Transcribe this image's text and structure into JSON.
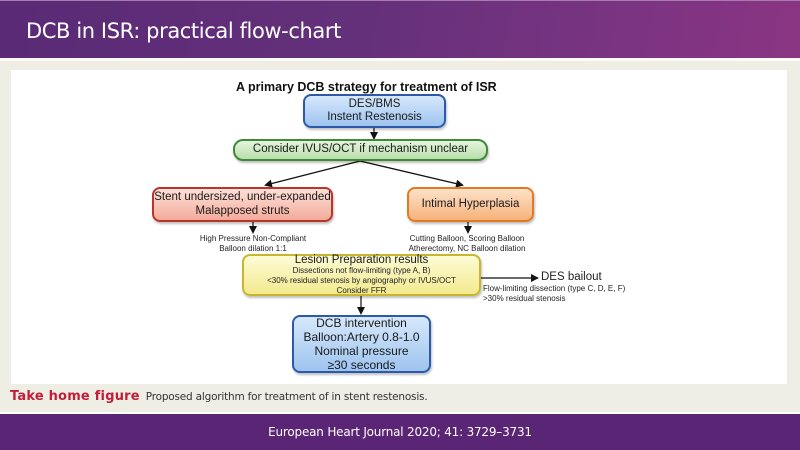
{
  "slide": {
    "title": "DCB in ISR: practical flow-chart",
    "footer_citation": "European Heart Journal 2020; 41: 3729–3731"
  },
  "figure": {
    "title": "A primary DCB strategy for treatment of ISR",
    "nodes": {
      "start": {
        "line1": "DES/BMS",
        "line2": "Instent Restenosis",
        "color": "#9ec4ef"
      },
      "imaging": {
        "label": "Consider IVUS/OCT if mechanism unclear",
        "color": "#b9dfaa"
      },
      "undersized": {
        "line1": "Stent undersized, under-expanded",
        "line2": "Malapposed struts",
        "color": "#f4ab9b"
      },
      "hyperplasia": {
        "label": "Intimal Hyperplasia",
        "color": "#f7b27a"
      },
      "lesion_prep": {
        "title": "Lesion Preparation results",
        "line1": "Dissections not flow-limiting (type A, B)",
        "line2": "<30% residual stenosis by angiography or IVUS/OCT",
        "line3": "Consider FFR",
        "color": "#f3ea8e"
      },
      "dcb": {
        "line1": "DCB intervention",
        "line2": "Balloon:Artery 0.8-1.0",
        "line3": "Nominal pressure",
        "line4": "≥30 seconds",
        "color": "#9ec4ef"
      }
    },
    "notes": {
      "undersized_treatment": {
        "line1": "High Pressure Non-Compliant",
        "line2": "Balloon dilation 1:1"
      },
      "hyperplasia_treatment": {
        "line1": "Cutting Balloon, Scoring Balloon",
        "line2": "Atherectomy, NC Balloon dilation"
      },
      "bailout": {
        "label": "DES bailout",
        "line1": "Flow-limiting dissection (type C, D, E, F)",
        "line2": ">30% residual stenosis"
      }
    },
    "edges": [
      {
        "from": "start",
        "to": "imaging"
      },
      {
        "from": "imaging",
        "to": "undersized"
      },
      {
        "from": "imaging",
        "to": "hyperplasia"
      },
      {
        "from": "undersized",
        "to": "undersized_treatment"
      },
      {
        "from": "hyperplasia",
        "to": "hyperplasia_treatment"
      },
      {
        "from": "lesion_prep",
        "to": "bailout"
      },
      {
        "from": "lesion_prep",
        "to": "dcb"
      }
    ]
  },
  "caption": {
    "label": "Take home figure",
    "text": "Proposed algorithm for treatment of in stent restenosis."
  },
  "colors": {
    "header_purple": "#5a2a76",
    "header_magenta": "#8a3582",
    "footer_purple": "#5a2574",
    "caption_red": "#c41d3a",
    "panel_beige": "#efeee4"
  }
}
